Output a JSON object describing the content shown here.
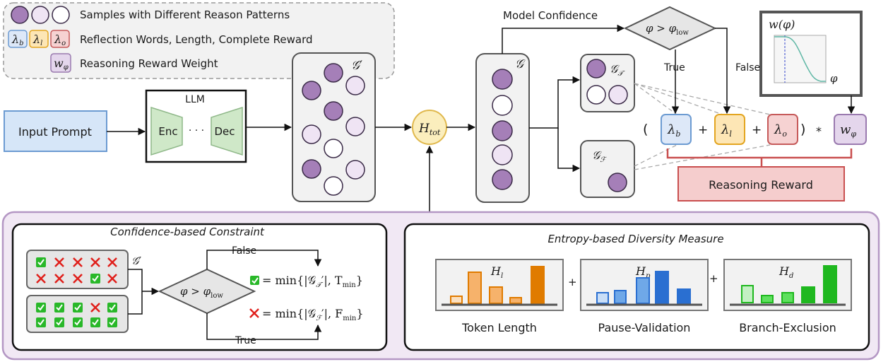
{
  "legend": {
    "samples_label": "Samples with Different Reason Patterns",
    "reward_terms_label": "Reflection Words, Length, Complete Reward",
    "weight_label": "Reasoning Reward Weight"
  },
  "symbols": {
    "lambda_b": "λ",
    "lambda_b_sub": "b",
    "lambda_l": "λ",
    "lambda_l_sub": "l",
    "lambda_o": "λ",
    "lambda_o_sub": "o",
    "w_phi": "w",
    "w_phi_sub": "φ"
  },
  "pipeline": {
    "input_prompt": "Input Prompt",
    "llm_title": "LLM",
    "enc": "Enc",
    "dec": "Dec",
    "dots": "· · ·",
    "g_prime": "𝒢′",
    "h_tot_main": "H",
    "h_tot_sub": "tot",
    "g": "𝒢",
    "g_t": "𝒢",
    "g_t_sub": "𝒯",
    "g_f": "𝒢",
    "g_f_sub": "ℱ"
  },
  "decision": {
    "model_confidence": "Model Confidence",
    "condition": "φ > φ",
    "condition_sub": "low",
    "true_label": "True",
    "false_label": "False"
  },
  "weight_plot": {
    "title": "w(φ)",
    "axis_label": "φ"
  },
  "reward": {
    "open_paren": "(",
    "close_paren": ")",
    "plus1": "+",
    "plus2": "+",
    "times": "*",
    "reasoning_reward": "Reasoning Reward"
  },
  "constraint": {
    "title": "Confidence-based Constraint",
    "g_prime": "𝒢′",
    "condition": "φ > φ",
    "condition_sub": "low",
    "false_label": "False",
    "true_label": "True",
    "eq_top": "= min{|𝒢",
    "eq_top_sub": "𝒯",
    "eq_top_tail": "′|, T",
    "eq_top_min": "min",
    "eq_bottom": "= min{|𝒢",
    "eq_bottom_sub": "ℱ",
    "eq_bottom_tail": "′|, F",
    "eq_bottom_min": "min"
  },
  "diversity": {
    "title": "Entropy-based Diversity Measure",
    "plus1": "+",
    "plus2": "+",
    "panels": [
      {
        "symbol": "H",
        "sub": "l",
        "label": "Token Length",
        "stroke": "#e07b00",
        "fill": "#f6b26b",
        "light": "#fbe0c0"
      },
      {
        "symbol": "H",
        "sub": "p",
        "label": "Pause-Validation",
        "stroke": "#2a6fd1",
        "fill": "#6fa8e8",
        "light": "#c9def7"
      },
      {
        "symbol": "H",
        "sub": "d",
        "label": "Branch-Exclusion",
        "stroke": "#1fb81f",
        "fill": "#5ee05e",
        "light": "#c3f0c3"
      }
    ]
  },
  "colors": {
    "purple_fill": "#a57fb8",
    "purple_light": "#efe4f4",
    "purple_stroke": "#3a2a47",
    "input_fill": "#d6e6f8",
    "input_stroke": "#6c9bd2",
    "llm_green": "#cfe8c8",
    "llm_green_stroke": "#8fb889",
    "htot_fill": "#fbeebd",
    "htot_stroke": "#e0b84c",
    "lambda_b_fill": "#dde8f8",
    "lambda_b_stroke": "#6c9bd2",
    "lambda_l_fill": "#fde6b5",
    "lambda_l_stroke": "#e3a520",
    "lambda_o_fill": "#f6d2d2",
    "lambda_o_stroke": "#c65a5a",
    "w_fill": "#e4d6ec",
    "w_stroke": "#9a7aaf",
    "reward_fill": "#f5cdcd",
    "reward_stroke": "#c94f4f",
    "bottom_panel_fill": "#f1e8f4",
    "bottom_panel_stroke": "#b497c4",
    "check_green": "#29b829",
    "cross_red": "#e0201c",
    "curve_teal": "#5fb7a5",
    "dash_blue": "#3344cc"
  }
}
